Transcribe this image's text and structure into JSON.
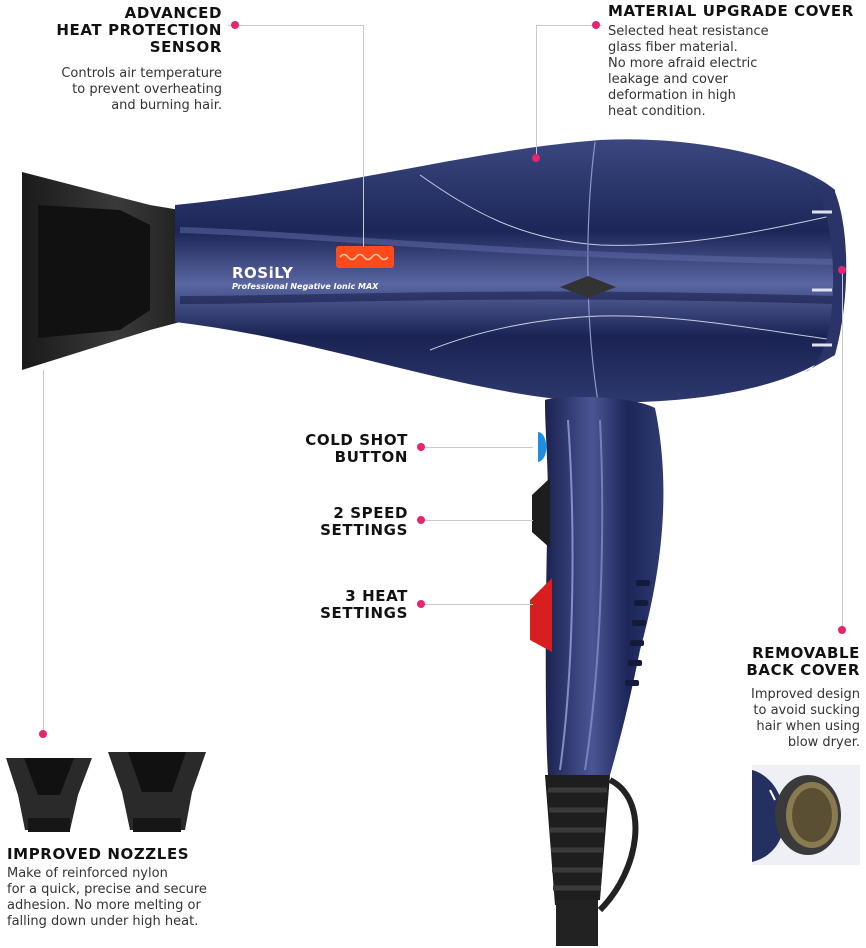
{
  "brand": {
    "name": "ROSiLY",
    "tagline": "Professional Negative Ionic MAX"
  },
  "callouts": {
    "sensor": {
      "title": "ADVANCED\nHEAT PROTECTION\nSENSOR",
      "desc": "Controls air temperature\nto prevent overheating\nand burning hair."
    },
    "cover": {
      "title": "MATERIAL UPGRADE COVER",
      "desc": "Selected heat resistance\nglass fiber material.\nNo more afraid electric\nleakage and cover\ndeformation in high\nheat condition."
    },
    "cold_shot": {
      "title": "COLD SHOT\nBUTTON"
    },
    "speed": {
      "title": "2 SPEED\nSETTINGS"
    },
    "heat": {
      "title": "3 HEAT\nSETTINGS"
    },
    "back_cover": {
      "title": "REMOVABLE\nBACK COVER",
      "desc": "Improved design\nto avoid sucking\nhair when using\nblow dryer."
    },
    "nozzles": {
      "title": "IMPROVED NOZZLES",
      "desc": "Make of reinforced nylon\nfor a quick, precise and secure\nadhesion. No more melting or\nfalling down under high heat."
    }
  },
  "colors": {
    "accent": "#e5256d",
    "body": "#1f2a5c",
    "highlight": "#8c96c8",
    "sensor": "#ff4a1c",
    "cold_button": "#1e8fe0",
    "heat_button": "#d81e1e"
  }
}
